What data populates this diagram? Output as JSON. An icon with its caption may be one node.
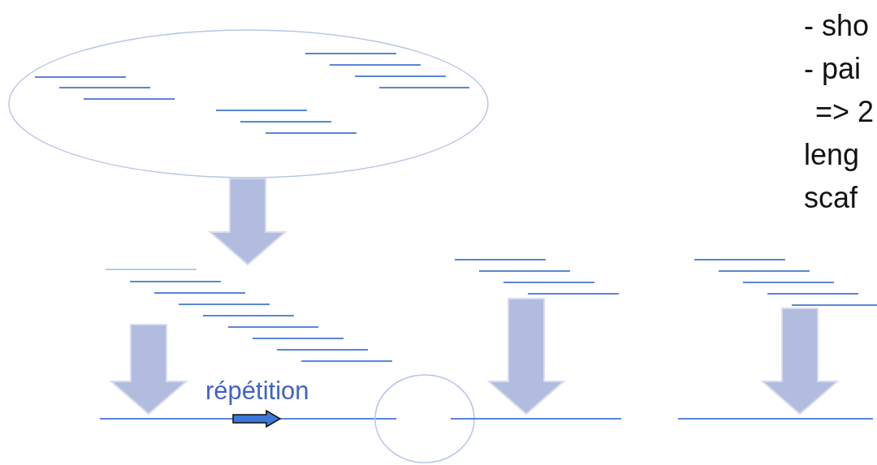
{
  "diagram": {
    "nodes": [
      {
        "text": [],
        "shape": "ellipse"
      },
      {
        "text": [],
        "shape": "lines"
      },
      {
        "text": [],
        "shape": "lines"
      },
      {
        "text": [],
        "shape": "lines"
      },
      {
        "text": [],
        "shape": "line"
      },
      {
        "text": [],
        "shape": "circle"
      },
      {
        "text": [],
        "shape": "line"
      },
      {
        "text": [],
        "shape": "line"
      }
    ],
    "edges": [
      {
        "from": 0,
        "to": 1,
        "arrow": "to",
        "style": "thick"
      },
      {
        "from": 1,
        "to": 4,
        "arrow": "to",
        "style": "thick"
      },
      {
        "from": 2,
        "to": 6,
        "arrow": "to",
        "style": "thick"
      },
      {
        "from": 3,
        "to": 7,
        "arrow": "to",
        "style": "thick"
      }
    ],
    "labels": [
      "- sho",
      "- pai",
      "=> 2",
      "leng",
      "scaf",
      "répétition"
    ]
  }
}
